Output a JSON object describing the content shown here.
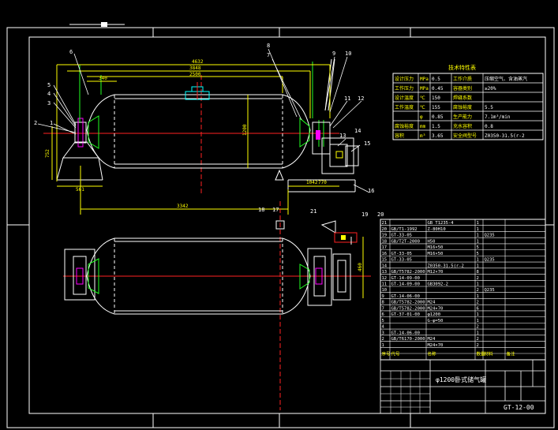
{
  "drawing_number": "GT-12-00",
  "title_name": "φ1200卧式储气罐",
  "company": "",
  "dimensions": {
    "overall_length": "4632",
    "shell_length": "3848",
    "inner_length": "2500",
    "left_end": "340",
    "height": "1200",
    "saddle_height": "752",
    "left_offset": "561",
    "saddle_spacing": "3342",
    "right_base_1": "1042",
    "right_base_2": "770",
    "right_vertical": "460"
  },
  "part_callouts": [
    "1",
    "2",
    "3",
    "4",
    "5",
    "6",
    "7",
    "8",
    "9",
    "10",
    "11",
    "12",
    "13",
    "14",
    "15",
    "16",
    "17",
    "18",
    "19",
    "20"
  ],
  "tech_table": {
    "title": "技术特性表",
    "rows": [
      [
        "设计压力",
        "MPa",
        "0.5",
        "工作介质",
        "压缩空气、含油蒸汽"
      ],
      [
        "工作压力",
        "MPa",
        "0.45",
        "容器类别",
        "≥20%"
      ],
      [
        "设计温度",
        "℃",
        "150",
        "焊缝系数",
        ""
      ],
      [
        "工作温度",
        "℃",
        "155",
        "腐蚀裕度",
        "5.5"
      ],
      [
        "",
        "φ",
        "0.85",
        "生产能力",
        "7.1m³/min"
      ],
      [
        "腐蚀裕度",
        "mm",
        "1.5",
        "充水容积",
        "0.8"
      ],
      [
        "容积",
        "m³",
        "3.65",
        "安全阀型号",
        "Z0350-31.5(r-2"
      ]
    ]
  },
  "bom": {
    "rows": [
      [
        "21",
        "",
        "GB T1235-4",
        "1",
        "",
        ""
      ],
      [
        "20",
        "GB/T1-1992",
        "Z-80H10",
        "1",
        "",
        ""
      ],
      [
        "19",
        "GT-33-05",
        "",
        "1",
        "Q235",
        ""
      ],
      [
        "18",
        "GB/T2T-2000",
        "H50",
        "1",
        "",
        ""
      ],
      [
        "17",
        "",
        "M16×50",
        "5",
        "",
        ""
      ],
      [
        "16",
        "GT-33-05",
        "M16×50",
        "5",
        "",
        ""
      ],
      [
        "15",
        "GT-33-05",
        "",
        "1",
        "Q235",
        ""
      ],
      [
        "14",
        "",
        "Z0350-31.5(r-2",
        "1",
        "",
        ""
      ],
      [
        "13",
        "GB/T5782-2000",
        "M12×70",
        "8",
        "",
        ""
      ],
      [
        "12",
        "GT-14-09-00",
        "",
        "2",
        "",
        ""
      ],
      [
        "11",
        "GT-14-09-00",
        "GB3092-2",
        "1",
        "",
        ""
      ],
      [
        "10",
        "",
        "",
        "2",
        "Q235",
        ""
      ],
      [
        "9",
        "GT-14-06-00",
        "",
        "1",
        "",
        ""
      ],
      [
        "8",
        "GB/T5782-2000",
        "M24",
        "2",
        "",
        ""
      ],
      [
        "7",
        "GB/T5782-2000",
        "M24×70",
        "6",
        "",
        ""
      ],
      [
        "6",
        "GT-37-01-00",
        "φ1200",
        "1",
        "",
        ""
      ],
      [
        "5",
        "",
        "G-φ=50",
        "1",
        "",
        ""
      ],
      [
        "4",
        "",
        "",
        "2",
        "",
        ""
      ],
      [
        "3",
        "GT-14-06-00",
        "",
        "1",
        "",
        ""
      ],
      [
        "2",
        "GB/T6170-2000",
        "M24",
        "2",
        "",
        ""
      ],
      [
        "1",
        "",
        "M24×70",
        "2",
        "",
        ""
      ]
    ],
    "header": [
      "序号",
      "代号",
      "名称",
      "数量",
      "材料",
      "备注"
    ]
  }
}
